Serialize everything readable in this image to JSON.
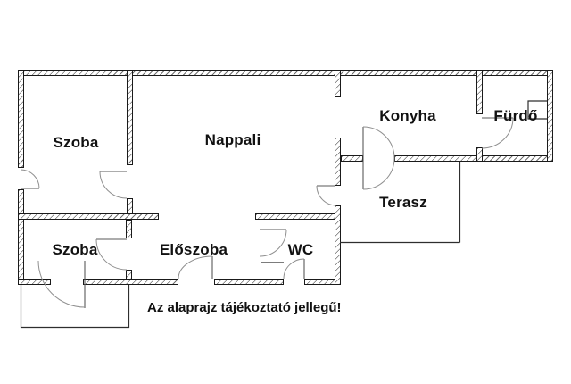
{
  "floorplan": {
    "rooms": [
      {
        "id": "szoba-top",
        "label": "Szoba"
      },
      {
        "id": "nappali",
        "label": "Nappali"
      },
      {
        "id": "konyha",
        "label": "Konyha"
      },
      {
        "id": "furdo",
        "label": "Fürdő"
      },
      {
        "id": "terasz",
        "label": "Terasz"
      },
      {
        "id": "szoba-bottom",
        "label": "Szoba"
      },
      {
        "id": "eloszoba",
        "label": "Előszoba"
      },
      {
        "id": "wc",
        "label": "WC"
      }
    ],
    "note": "Az alaprajz tájékoztató jellegű!",
    "colors": {
      "background": "#ffffff",
      "wall_outline": "#1a1a1a",
      "hatch": "#6f6f6f",
      "door_arc": "#8f8f8f",
      "text": "#111111"
    }
  }
}
